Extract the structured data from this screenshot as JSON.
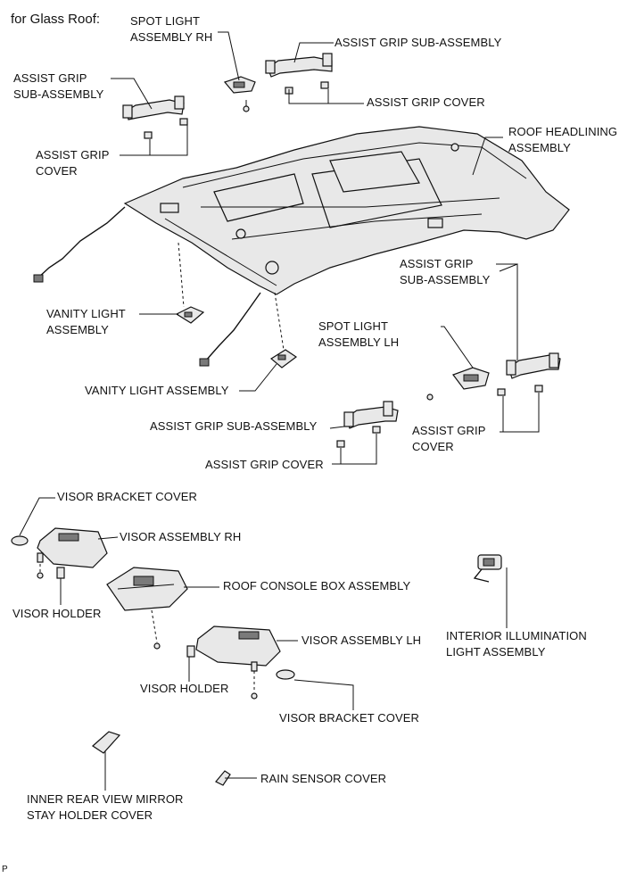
{
  "header": {
    "title": "for Glass Roof:"
  },
  "labels": {
    "spot_light_rh": "SPOT LIGHT\nASSEMBLY RH",
    "assist_grip_sub_top_right": "ASSIST GRIP SUB-ASSEMBLY",
    "assist_grip_sub_top_left": "ASSIST GRIP\nSUB-ASSEMBLY",
    "assist_grip_cover_top_right": "ASSIST GRIP COVER",
    "assist_grip_cover_top_left": "ASSIST GRIP\nCOVER",
    "roof_headlining": "ROOF HEADLINING\nASSEMBLY",
    "assist_grip_sub_mid_right": "ASSIST GRIP\nSUB-ASSEMBLY",
    "vanity_light_upper": "VANITY LIGHT\nASSEMBLY",
    "spot_light_lh": "SPOT LIGHT\nASSEMBLY LH",
    "vanity_light_lower": "VANITY LIGHT ASSEMBLY",
    "assist_grip_sub_center": "ASSIST GRIP SUB-ASSEMBLY",
    "assist_grip_cover_mid_right": "ASSIST GRIP\nCOVER",
    "assist_grip_cover_center": "ASSIST GRIP COVER",
    "visor_bracket_cover_top": "VISOR BRACKET COVER",
    "visor_assembly_rh": "VISOR ASSEMBLY RH",
    "roof_console_box": "ROOF CONSOLE BOX ASSEMBLY",
    "visor_holder_left": "VISOR HOLDER",
    "interior_illumination": "INTERIOR ILLUMINATION\nLIGHT ASSEMBLY",
    "visor_assembly_lh": "VISOR ASSEMBLY LH",
    "visor_holder_center": "VISOR HOLDER",
    "visor_bracket_cover_bottom": "VISOR BRACKET COVER",
    "rain_sensor_cover": "RAIN SENSOR COVER",
    "inner_mirror_cover": "INNER REAR VIEW MIRROR\nSTAY HOLDER COVER"
  },
  "footer": {
    "code": "P"
  }
}
